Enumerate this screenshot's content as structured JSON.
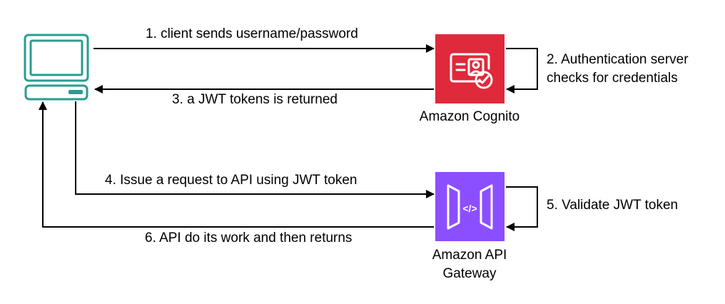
{
  "nodes": {
    "client": {
      "icon": "computer-icon",
      "color": "#2a9d8f"
    },
    "cognito": {
      "icon": "cognito-icon",
      "label": "Amazon Cognito",
      "color": "#e0293a"
    },
    "api_gateway": {
      "icon": "api-gateway-icon",
      "label_line1": "Amazon API",
      "label_line2": "Gateway",
      "color": "#8c4fff"
    }
  },
  "steps": {
    "step1": "1. client sends username/password",
    "step2_line1": "2. Authentication server",
    "step2_line2": "checks for credentials",
    "step3": "3. a JWT tokens is returned",
    "step4": "4. Issue a request to API using JWT token",
    "step5": "5. Validate JWT token",
    "step6": "6. API do its work and then returns"
  }
}
